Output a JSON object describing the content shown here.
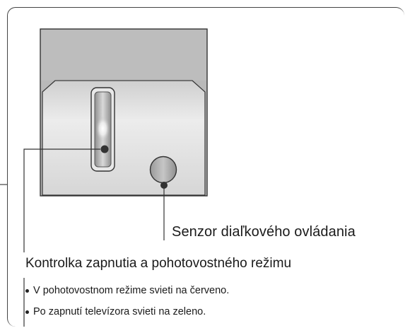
{
  "labels": {
    "remote_sensor": "Senzor diaľkového ovládania",
    "power_indicator": "Kontrolka zapnutia a pohotovostného režimu"
  },
  "bullets": [
    "V  pohotovostnom režime svieti na červeno.",
    "Po zapnutí televízora svieti na zeleno."
  ],
  "colors": {
    "panel_top": "#b7b7b7",
    "panel_face": "#e0e0e0",
    "outline": "#333333"
  }
}
